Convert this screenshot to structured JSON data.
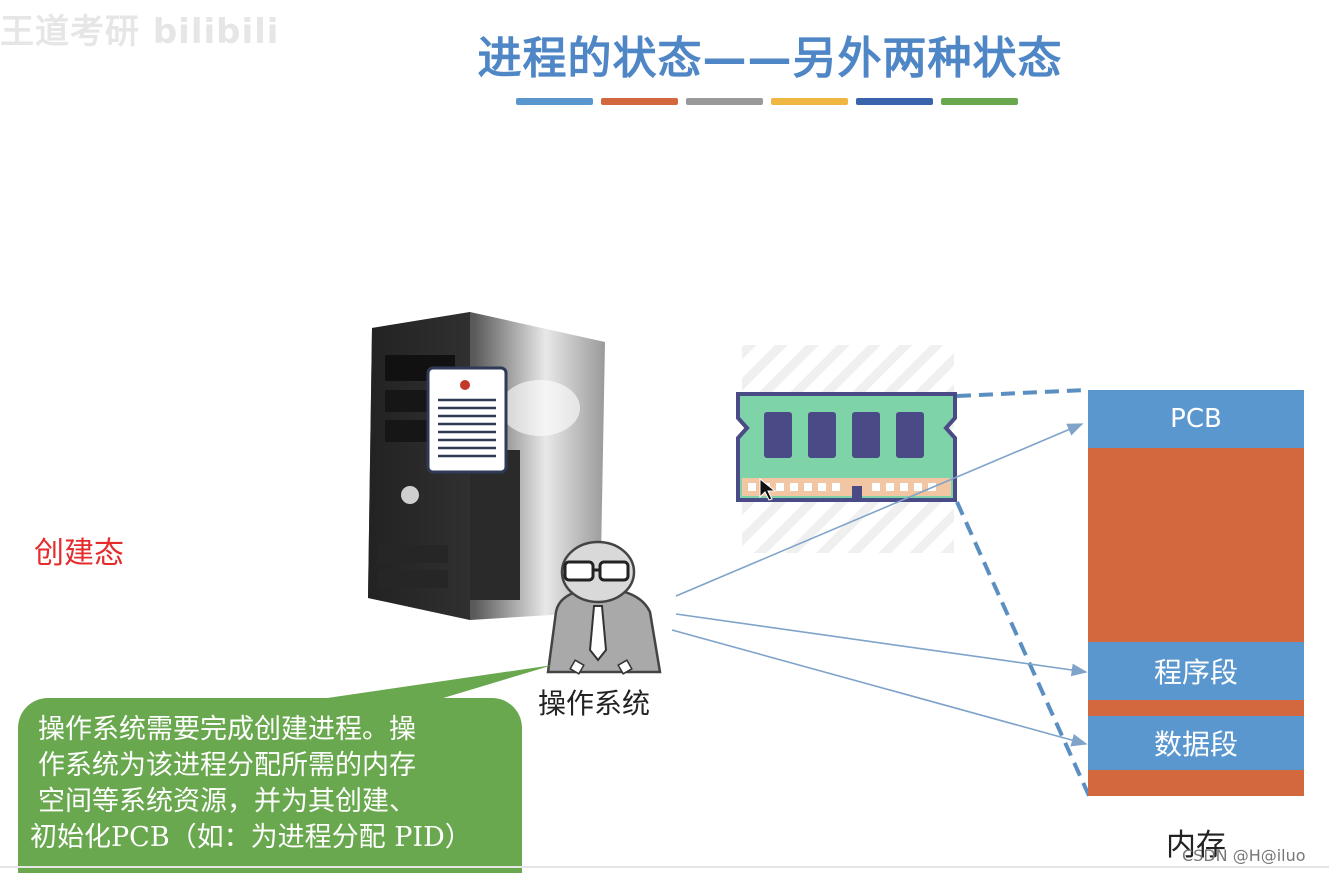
{
  "watermark": "王道考研 bilibili",
  "slide": {
    "title": "进程的状态——另外两种状态",
    "bar_colors": [
      "#5b97cf",
      "#d3683f",
      "#999999",
      "#f0b642",
      "#3a63ad",
      "#6aa84f"
    ],
    "state_label": "创建态",
    "os_label": "操作系统",
    "bubble_lines": [
      "操作系统需要完成创建进程。操",
      "作系统为该进程分配所需的内存",
      "空间等系统资源，并为其创建、",
      "初始化PCB（如：为进程分配 PID）"
    ],
    "memory": {
      "label": "内存",
      "segments": {
        "pcb": "PCB",
        "program": "程序段",
        "data": "数据段"
      },
      "colors": {
        "segment": "#5b97cf",
        "free": "#d3683f"
      }
    },
    "icons": [
      "server-tower-icon",
      "document-icon",
      "ram-module-icon",
      "os-person-icon",
      "cursor-icon"
    ]
  },
  "credit": "CSDN @H@iluo"
}
